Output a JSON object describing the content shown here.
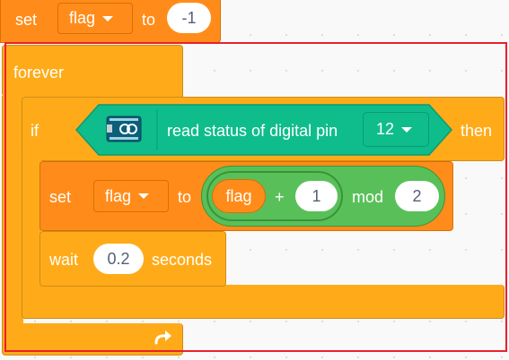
{
  "top_block": {
    "set_label": "set",
    "variable": "flag",
    "to_label": "to",
    "value": "-1"
  },
  "forever_block": {
    "label": "forever"
  },
  "if_block": {
    "if_label": "if",
    "sensor_label": "read status of digital pin",
    "pin": "12",
    "then_label": "then"
  },
  "set_block": {
    "set_label": "set",
    "variable": "flag",
    "to_label": "to",
    "reporter_var": "flag",
    "plus": "+",
    "addend": "1",
    "mod_label": "mod",
    "modulus": "2"
  },
  "wait_block": {
    "wait_label": "wait",
    "duration": "0.2",
    "seconds_label": "seconds"
  },
  "colors": {
    "control": "#ffab19",
    "variables": "#ff8c1a",
    "operators": "#59c059",
    "arduino": "#0fbd8c",
    "selection": "#e9202b"
  },
  "icons": [
    "caret-down-icon",
    "arduino-board-icon",
    "loop-arrow-icon"
  ]
}
